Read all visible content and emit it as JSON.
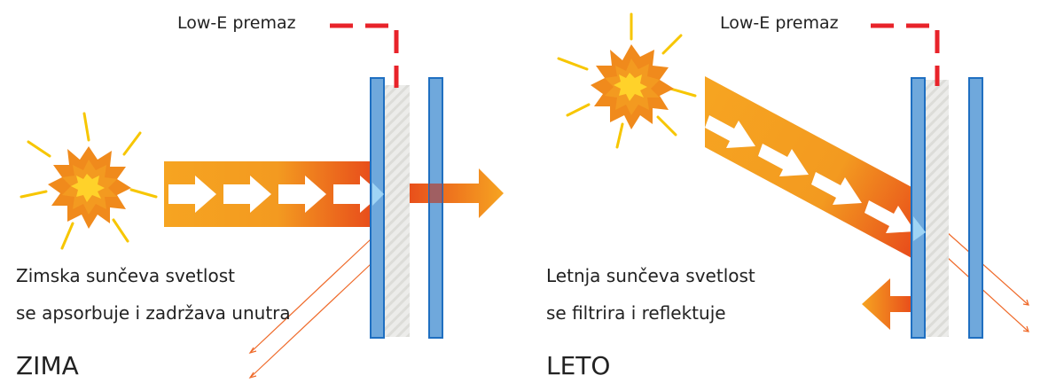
{
  "colors": {
    "coating_red": "#e8232a",
    "glass_blue": "#6fa8dc",
    "glass_border": "#1f6fc1",
    "sun_orange": "#f08a1c",
    "sun_yellow": "#ffd22a",
    "ray_yellow": "#f7c600",
    "arrow_light": "#f6a421",
    "arrow_dark": "#e84e1b",
    "thin_ray": "#ef6a2a"
  },
  "icons": {
    "sun": "sun-icon",
    "arrow": "arrow-right-icon"
  },
  "winter": {
    "coating_label": "Low-E premaz",
    "description_line1": "Zimska sunčeva svetlost",
    "description_line2": "se apsorbuje i zadržava unutra",
    "season_label": "ZIMA"
  },
  "summer": {
    "coating_label": "Low-E premaz",
    "description_line1": "Letnja sunčeva svetlost",
    "description_line2": "se filtrira i reflektuje",
    "season_label": "LETO"
  }
}
